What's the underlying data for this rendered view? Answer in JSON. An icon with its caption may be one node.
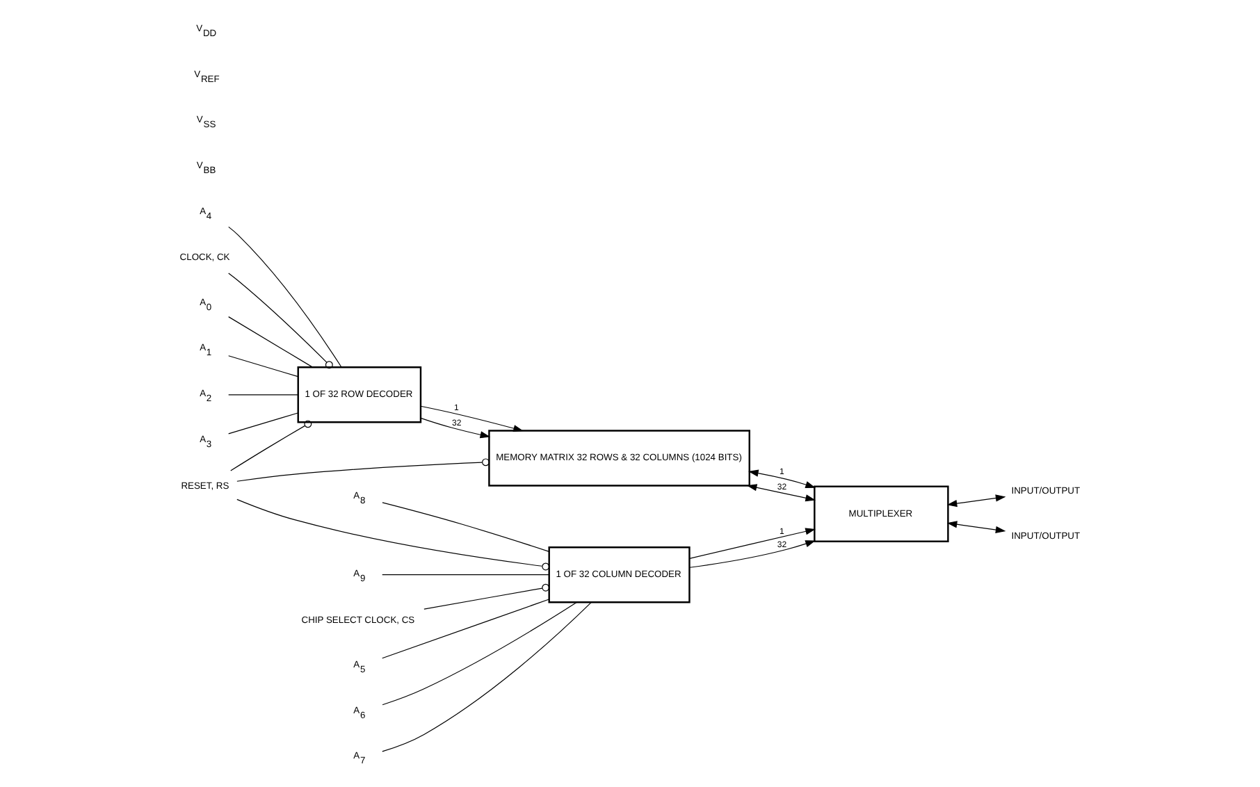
{
  "diagram": {
    "nodes": [
      {
        "text": [
          "1 OF 32 ROW DECODER"
        ]
      },
      {
        "text": [
          "MEMORY MATRIX 32 ROWS & 32 COLUMNS (1024 BITS)"
        ]
      },
      {
        "text": [
          "MULTIPLEXER"
        ]
      },
      {
        "text": [
          "1 OF 32 COLUMN DECODER"
        ]
      },
      {
        "text": [
          "A$_{0}$"
        ]
      },
      {
        "text": [
          "A$_{1}$"
        ]
      },
      {
        "text": [
          "A$_{2}$"
        ]
      },
      {
        "text": [
          "A$_{3}$"
        ]
      },
      {
        "text": [
          "A$_{4}$"
        ]
      },
      {
        "text": [
          "CLOCK, CK"
        ]
      },
      {
        "text": [
          "RESET, RS"
        ]
      },
      {
        "text": [
          "INPUT/OUTPUT"
        ]
      },
      {
        "text": [
          "INPUT/OUTPUT"
        ]
      },
      {
        "text": [
          "A$_{5}$"
        ]
      },
      {
        "text": [
          "A$_{6}$"
        ]
      },
      {
        "text": [
          "A$_{7}$"
        ]
      },
      {
        "text": [
          "A$_{8}$"
        ]
      },
      {
        "text": [
          "A$_{9}$"
        ]
      },
      {
        "text": [
          "CHIP SELECT CLOCK, CS"
        ]
      }
    ],
    "edges": [
      {
        "from": 4,
        "to": 0,
        "arrow": "none"
      },
      {
        "from": 5,
        "to": 0,
        "arrow": "none"
      },
      {
        "from": 6,
        "to": 0,
        "arrow": "none"
      },
      {
        "from": 7,
        "to": 0,
        "arrow": "none"
      },
      {
        "from": 8,
        "to": 0,
        "arrow": "none"
      },
      {
        "from": 9,
        "to": 0,
        "arrow": "other"
      },
      {
        "from": 10,
        "to": 0,
        "arrow": "other"
      },
      {
        "from": 0,
        "to": 1,
        "arrow": "to",
        "label": "1"
      },
      {
        "from": 0,
        "to": 1,
        "arrow": "to",
        "label": "32"
      },
      {
        "from": 10,
        "to": 1,
        "arrow": "other"
      },
      {
        "from": 1,
        "to": 2,
        "arrow": "both",
        "label": "1"
      },
      {
        "from": 1,
        "to": 2,
        "arrow": "both",
        "label": "32"
      },
      {
        "from": 2,
        "to": 11,
        "arrow": "both"
      },
      {
        "from": 2,
        "to": 12,
        "arrow": "both"
      },
      {
        "from": 3,
        "to": 2,
        "arrow": "to",
        "label": "1"
      },
      {
        "from": 3,
        "to": 2,
        "arrow": "to",
        "label": "32"
      },
      {
        "from": 10,
        "to": 3,
        "arrow": "other"
      },
      {
        "from": 13,
        "to": 3,
        "arrow": "none"
      },
      {
        "from": 14,
        "to": 3,
        "arrow": "none"
      },
      {
        "from": 15,
        "to": 3,
        "arrow": "none"
      },
      {
        "from": 16,
        "to": 3,
        "arrow": "none"
      },
      {
        "from": 17,
        "to": 3,
        "arrow": "none"
      },
      {
        "from": 18,
        "to": 3,
        "arrow": "other"
      }
    ],
    "labels": [
      "V$_{BB}$",
      "V$_{SS}$",
      "V$_{REF}$",
      "V$_{DD}$"
    ]
  }
}
